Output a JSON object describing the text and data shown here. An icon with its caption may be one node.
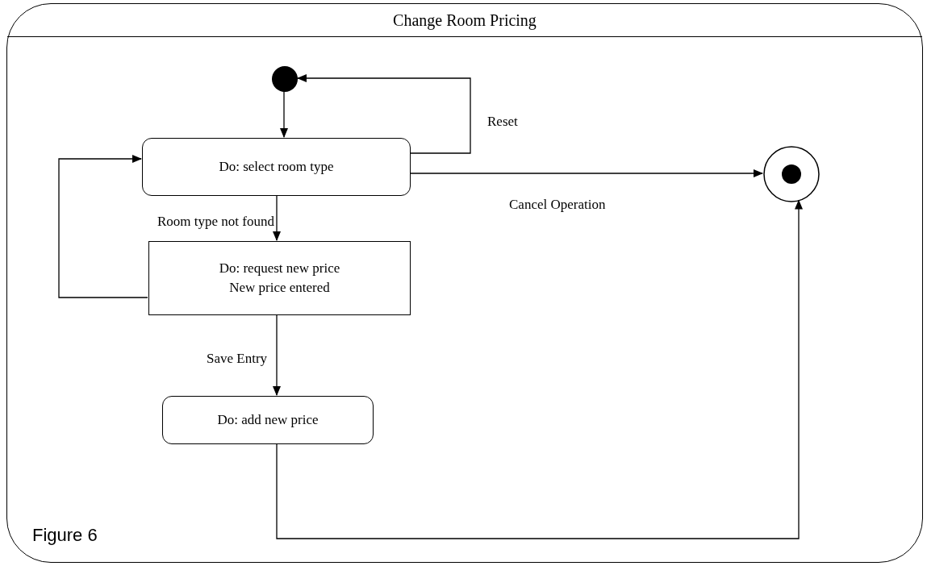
{
  "diagram": {
    "nodes": [
      {
        "text": [
          "Change Room Pricing"
        ]
      },
      {
        "text": [],
        "shape": "circle",
        "in": 0
      },
      {
        "text": [
          "Do:  select room type"
        ],
        "in": 0
      },
      {
        "text": [
          "Do: request new price",
          "New price entered"
        ],
        "in": 0
      },
      {
        "text": [
          "Do: add new price"
        ],
        "in": 0
      },
      {
        "text": [],
        "shape": "circle",
        "in": 0
      }
    ],
    "edges": [
      {
        "from": 1,
        "to": 2,
        "arrow": "to"
      },
      {
        "from": 2,
        "to": 1,
        "arrow": "to",
        "label": "Reset"
      },
      {
        "from": 2,
        "to": 5,
        "arrow": "to",
        "label": "Cancel Operation"
      },
      {
        "from": 2,
        "to": 3,
        "arrow": "to",
        "label": "Room type not found"
      },
      {
        "from": 3,
        "to": 2,
        "arrow": "to"
      },
      {
        "from": 3,
        "to": 4,
        "arrow": "to",
        "label": "Save Entry"
      },
      {
        "from": 4,
        "to": 5,
        "arrow": "to"
      }
    ],
    "labels": [
      "Figure 6"
    ]
  }
}
